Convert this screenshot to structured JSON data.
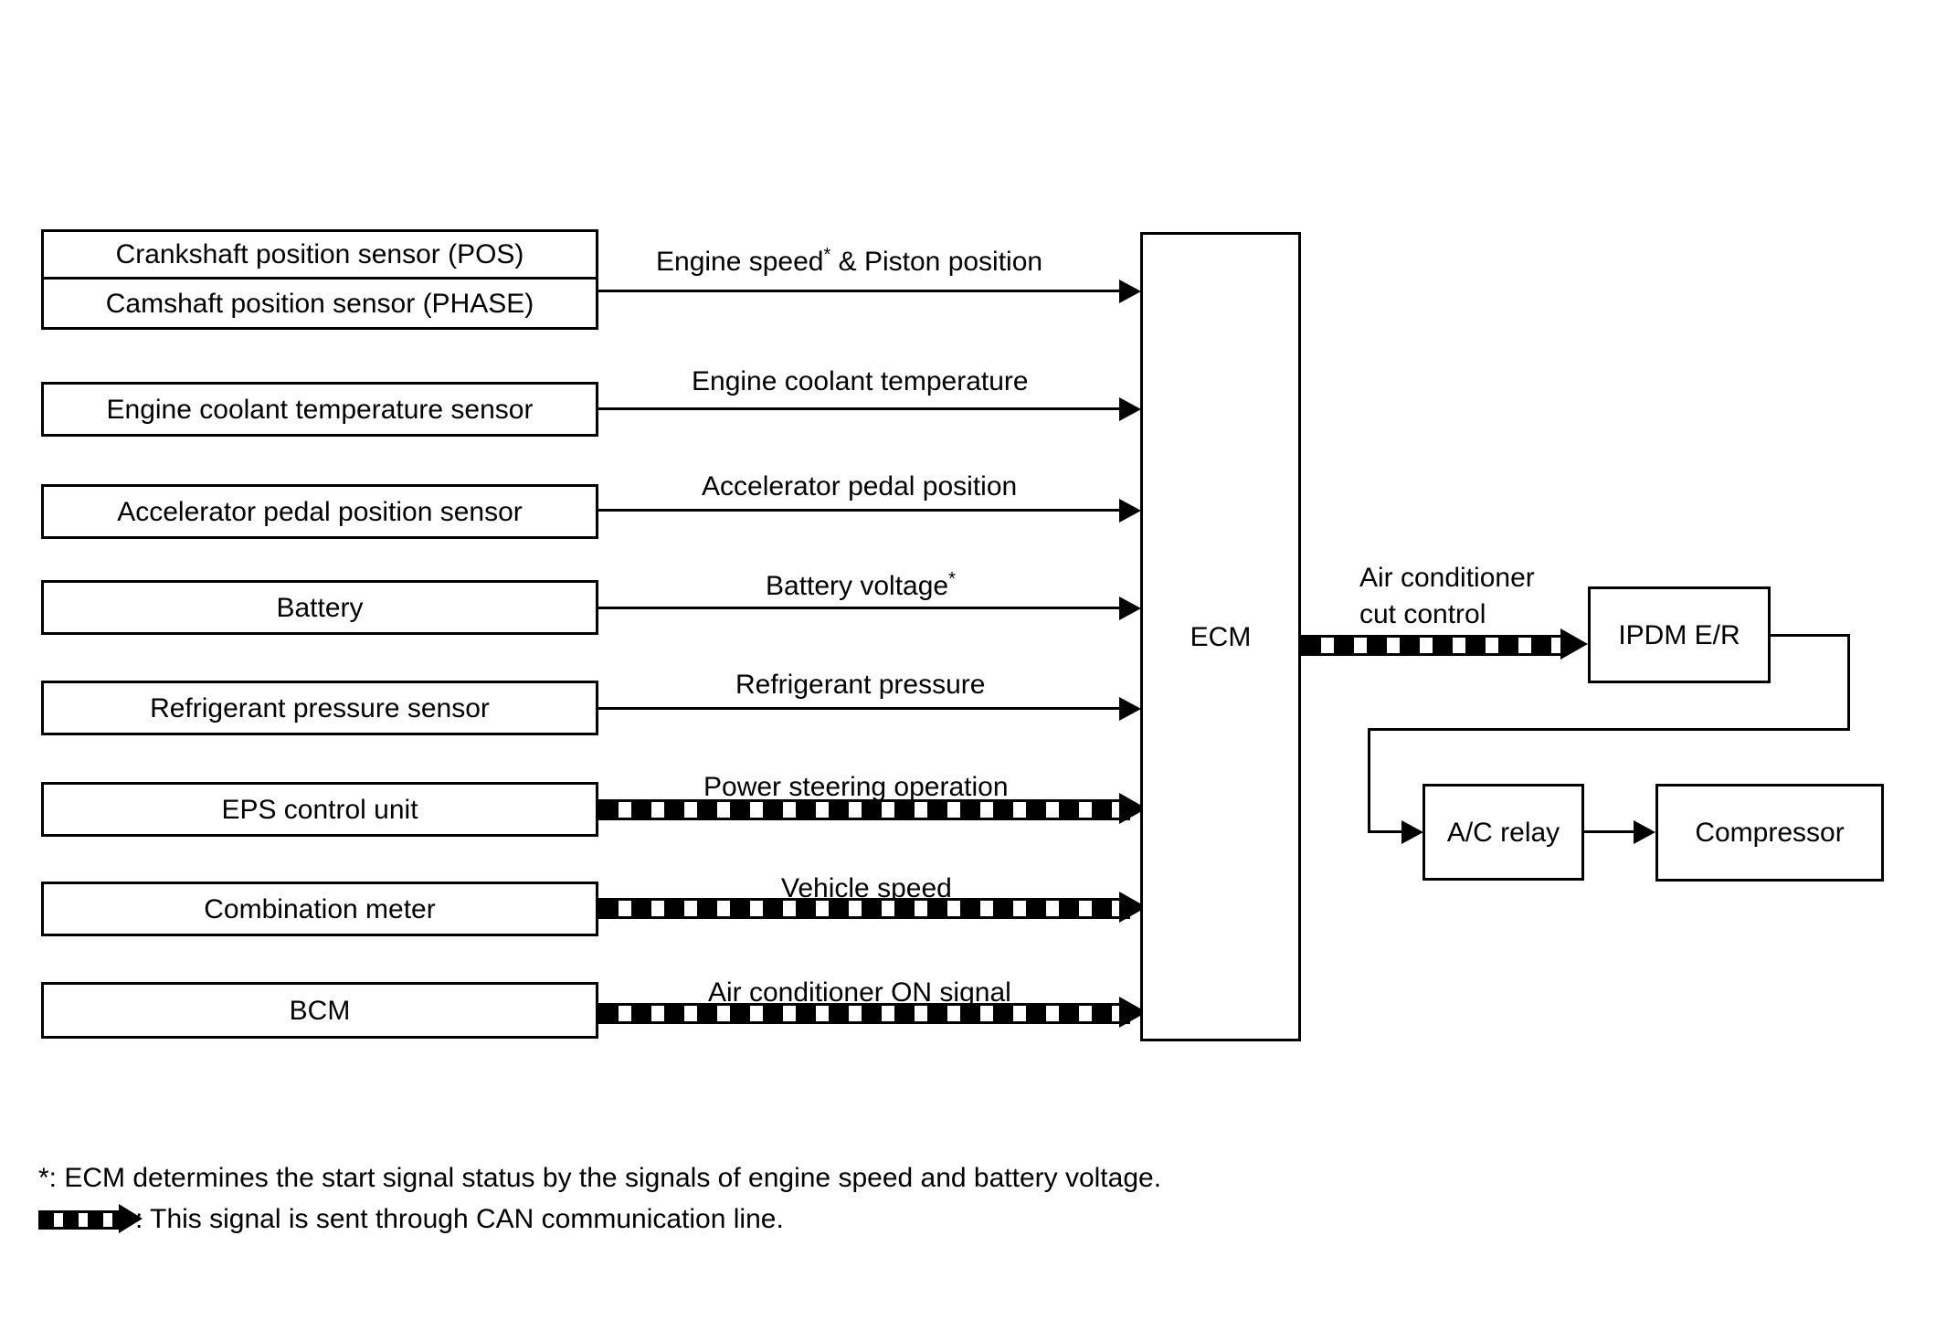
{
  "diagram": {
    "title": "Air conditioner cut control system diagram",
    "type": "block-diagram",
    "ecm": {
      "label": "ECM"
    },
    "inputs": [
      {
        "name": "crankshaft-camshaft-position-sensor",
        "labels": [
          "Crankshaft position sensor (POS)",
          "Camshaft position sensor (PHASE)"
        ],
        "signal": "Engine speed",
        "signal_sup": "*",
        "signal_tail": " & Piston position",
        "line_type": "solid"
      },
      {
        "name": "engine-coolant-temperature-sensor",
        "labels": [
          "Engine coolant temperature sensor"
        ],
        "signal": "Engine coolant temperature",
        "signal_sup": "",
        "signal_tail": "",
        "line_type": "solid"
      },
      {
        "name": "accelerator-pedal-position-sensor",
        "labels": [
          "Accelerator pedal position sensor"
        ],
        "signal": "Accelerator pedal position",
        "signal_sup": "",
        "signal_tail": "",
        "line_type": "solid"
      },
      {
        "name": "battery",
        "labels": [
          "Battery"
        ],
        "signal": "Battery voltage",
        "signal_sup": "*",
        "signal_tail": "",
        "line_type": "solid"
      },
      {
        "name": "refrigerant-pressure-sensor",
        "labels": [
          "Refrigerant pressure sensor"
        ],
        "signal": "Refrigerant pressure",
        "signal_sup": "",
        "signal_tail": "",
        "line_type": "solid"
      },
      {
        "name": "eps-control-unit",
        "labels": [
          "EPS control unit"
        ],
        "signal": "Power steering operation",
        "signal_sup": "",
        "signal_tail": "",
        "line_type": "can"
      },
      {
        "name": "combination-meter",
        "labels": [
          "Combination meter"
        ],
        "signal": "Vehicle speed",
        "signal_sup": "",
        "signal_tail": "",
        "line_type": "can"
      },
      {
        "name": "bcm",
        "labels": [
          "BCM"
        ],
        "signal": "Air conditioner ON signal",
        "signal_sup": "",
        "signal_tail": "",
        "line_type": "can"
      }
    ],
    "outputs": {
      "cut_control_label_line1": "Air conditioner",
      "cut_control_label_line2": "cut control",
      "ipdm": "IPDM E/R",
      "ac_relay": "A/C relay",
      "compressor": "Compressor"
    },
    "notes": {
      "asterisk": "*: ECM determines the start signal status by the signals of engine speed and battery voltage.",
      "can_legend": ": This signal is sent through CAN communication line."
    }
  }
}
